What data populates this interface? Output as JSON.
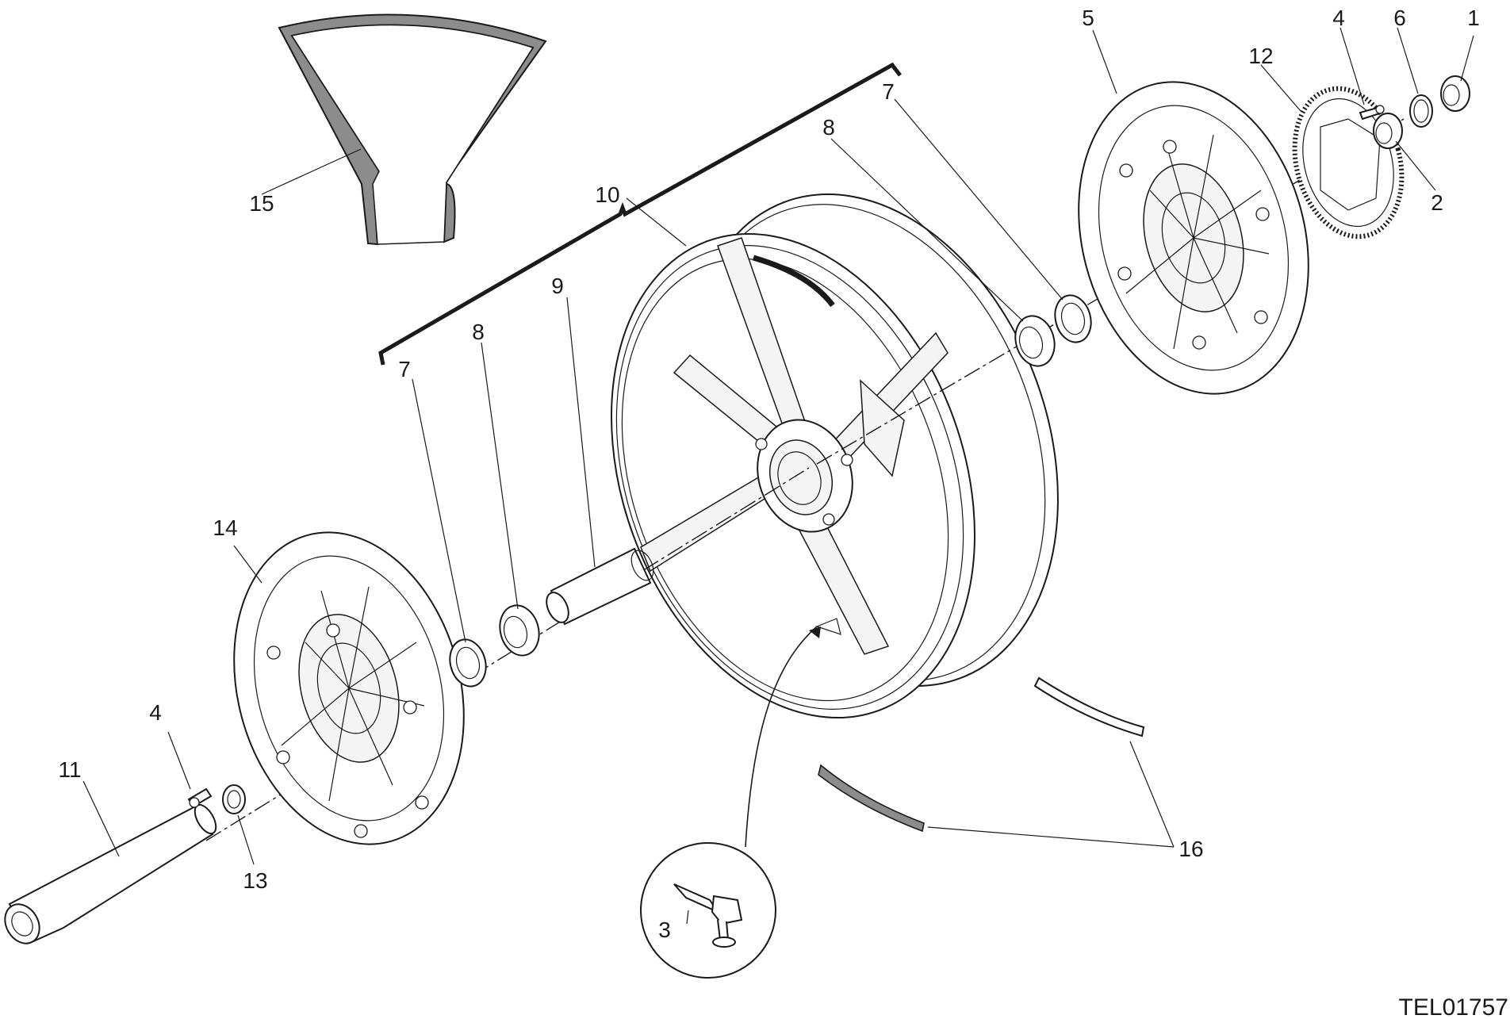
{
  "diagram": {
    "reference_code": "TEL01757",
    "callouts": [
      {
        "id": "c1",
        "label": "1"
      },
      {
        "id": "c2",
        "label": "2"
      },
      {
        "id": "c3",
        "label": "3"
      },
      {
        "id": "c4a",
        "label": "4"
      },
      {
        "id": "c4b",
        "label": "4"
      },
      {
        "id": "c5",
        "label": "5"
      },
      {
        "id": "c6",
        "label": "6"
      },
      {
        "id": "c7a",
        "label": "7"
      },
      {
        "id": "c7b",
        "label": "7"
      },
      {
        "id": "c8a",
        "label": "8"
      },
      {
        "id": "c8b",
        "label": "8"
      },
      {
        "id": "c9",
        "label": "9"
      },
      {
        "id": "c10",
        "label": "10"
      },
      {
        "id": "c11",
        "label": "11"
      },
      {
        "id": "c12",
        "label": "12"
      },
      {
        "id": "c13",
        "label": "13"
      },
      {
        "id": "c14",
        "label": "14"
      },
      {
        "id": "c15",
        "label": "15"
      },
      {
        "id": "c16",
        "label": "16"
      }
    ],
    "parts": [
      {
        "name": "wheel-rim",
        "callout": "10"
      },
      {
        "name": "brake-disc-right",
        "callout": "5"
      },
      {
        "name": "brake-disc-left",
        "callout": "14"
      },
      {
        "name": "wheel-axle",
        "callout": "11"
      },
      {
        "name": "spacer",
        "callout": "9"
      },
      {
        "name": "bearing",
        "callout": "8"
      },
      {
        "name": "seal-ring",
        "callout": "7"
      },
      {
        "name": "tone-wheel",
        "callout": "12"
      },
      {
        "name": "tire-valve",
        "callout": "3"
      },
      {
        "name": "rim-guard-sticker",
        "callout": "15"
      },
      {
        "name": "rim-stripe-sticker",
        "callout": "16"
      }
    ]
  }
}
